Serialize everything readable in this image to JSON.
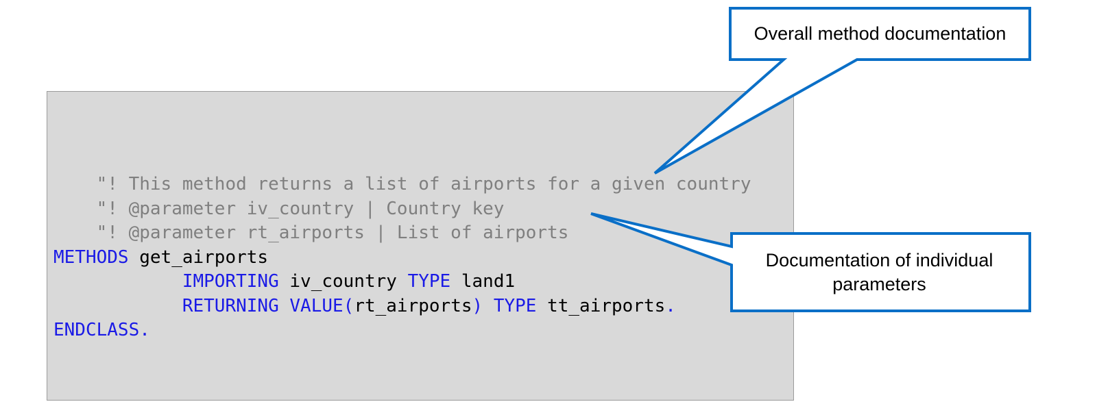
{
  "code_lines": [
    [
      {
        "t": "    ",
        "k": "plain"
      },
      {
        "t": "\"! This method returns a list of airports for a given country",
        "k": "comment"
      }
    ],
    [
      {
        "t": "    ",
        "k": "plain"
      },
      {
        "t": "\"! @parameter iv_country | Country key",
        "k": "comment"
      }
    ],
    [
      {
        "t": "    ",
        "k": "plain"
      },
      {
        "t": "\"! @parameter rt_airports | List of airports",
        "k": "comment"
      }
    ],
    [
      {
        "t": "METHODS",
        "k": "keyword"
      },
      {
        "t": " get_airports",
        "k": "plain"
      }
    ],
    [
      {
        "t": "            ",
        "k": "plain"
      },
      {
        "t": "IMPORTING",
        "k": "keyword"
      },
      {
        "t": " iv_country ",
        "k": "plain"
      },
      {
        "t": "TYPE",
        "k": "keyword"
      },
      {
        "t": " land1",
        "k": "plain"
      }
    ],
    [
      {
        "t": "            ",
        "k": "plain"
      },
      {
        "t": "RETURNING",
        "k": "keyword"
      },
      {
        "t": " ",
        "k": "plain"
      },
      {
        "t": "VALUE(",
        "k": "keyword"
      },
      {
        "t": "rt_airports",
        "k": "plain"
      },
      {
        "t": ")",
        "k": "keyword"
      },
      {
        "t": " ",
        "k": "plain"
      },
      {
        "t": "TYPE",
        "k": "keyword"
      },
      {
        "t": " tt_airports",
        "k": "plain"
      },
      {
        "t": ".",
        "k": "keyword"
      }
    ],
    [
      {
        "t": "ENDCLASS.",
        "k": "keyword"
      }
    ]
  ],
  "callouts": {
    "method_doc": "Overall method documentation",
    "param_doc": "Documentation of individual parameters"
  },
  "colors": {
    "callout_border": "#0a6fc7",
    "code_background": "#d9d9d9",
    "comment": "#7f7f7f",
    "keyword": "#1a1ae6"
  }
}
